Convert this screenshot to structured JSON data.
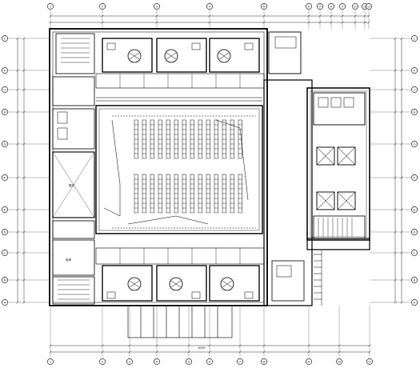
{
  "drawing": {
    "top_axes": [
      "1",
      "2",
      "3",
      "4",
      "5",
      "6",
      "7",
      "8",
      "9",
      "10",
      "11",
      "12"
    ],
    "bottom_axes": [
      "1",
      "2",
      "3",
      "4",
      "5",
      "6",
      "7",
      "8",
      "9",
      "10",
      "11"
    ],
    "left_axes": [
      "L",
      "K",
      "J",
      "H",
      "G",
      "F",
      "E",
      "D",
      "C",
      "B",
      "A"
    ],
    "right_axes": [
      "L",
      "K",
      "J",
      "H",
      "G",
      "F",
      "E",
      "D",
      "C",
      "B",
      "A"
    ],
    "room_labels": {
      "west_hall": "展厅",
      "lower_left_room": "库房",
      "overall_dim": "60000"
    }
  }
}
